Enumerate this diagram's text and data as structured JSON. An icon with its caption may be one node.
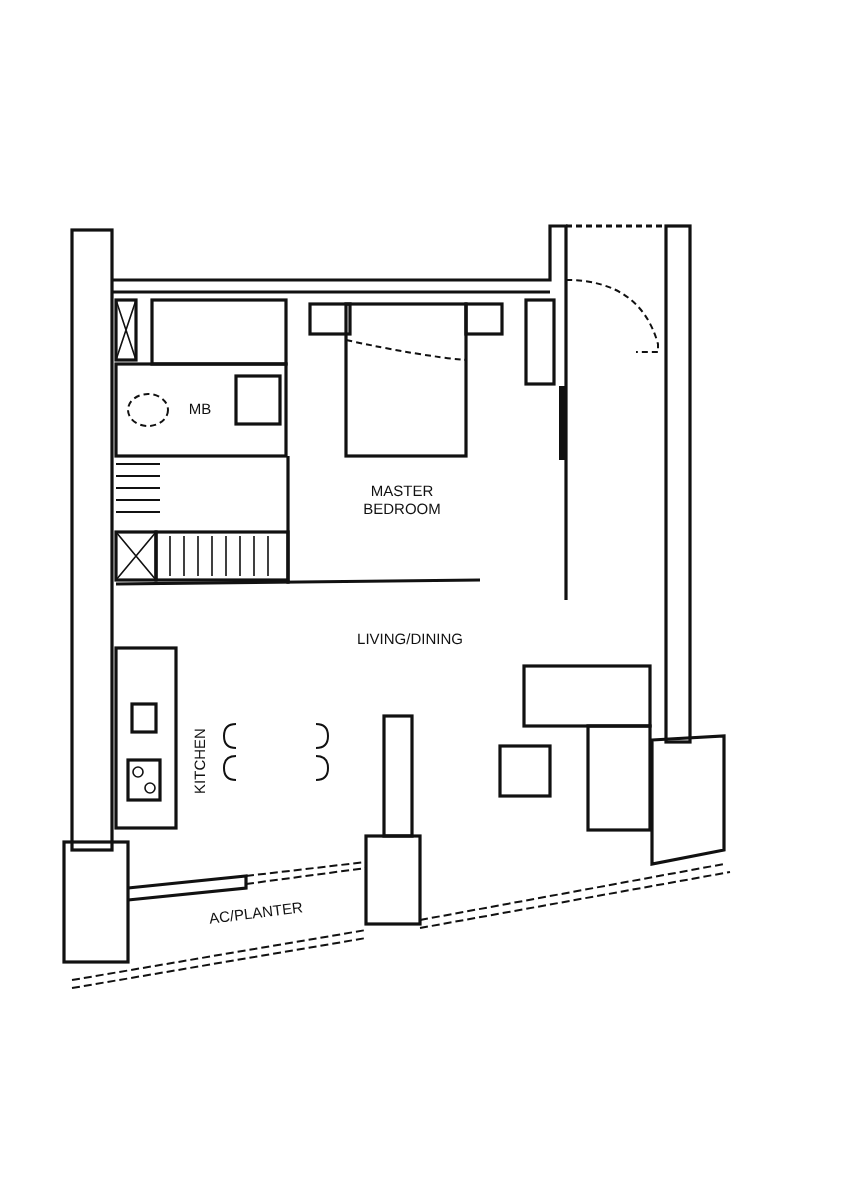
{
  "diagram": {
    "labels": [
      "MB",
      "MASTER BEDROOM",
      "LIVING/DINING",
      "KITCHEN",
      "AC/PLANTER"
    ]
  }
}
